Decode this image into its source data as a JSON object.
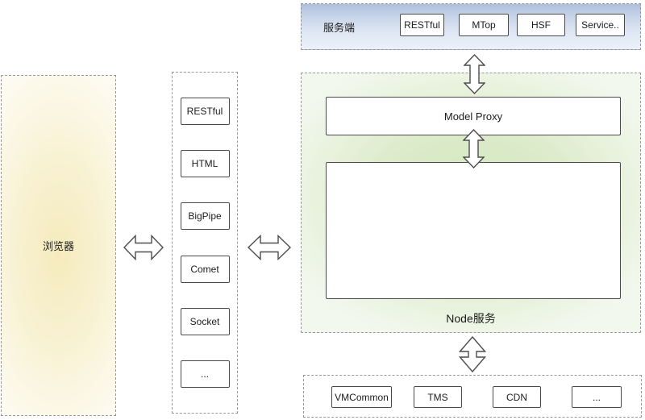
{
  "browser_panel": {
    "label": "浏览器"
  },
  "client_column": {
    "items": [
      "RESTful",
      "HTML",
      "BigPipe",
      "Comet",
      "Socket",
      "..."
    ]
  },
  "server_panel": {
    "label": "服务端",
    "items": [
      "RESTful",
      "MTop",
      "HSF",
      "Service.."
    ]
  },
  "node_panel": {
    "label": "Node服务",
    "model_proxy": "Model Proxy"
  },
  "backend_panel": {
    "items": [
      "VMCommon",
      "TMS",
      "CDN",
      "..."
    ]
  },
  "icons": {
    "horizontal_arrows": "double-arrow-horizontal",
    "vertical_arrows": "double-arrow-vertical"
  },
  "colors": {
    "browser_gradient_center": "#f5ebbd",
    "server_gradient_top": "#aebfdb",
    "node_gradient_center": "#d2e7c0",
    "dashed_border": "#999999",
    "box_border": "#4a4a4a",
    "box_fill": "#ffffff",
    "text": "#1c1c1c"
  }
}
